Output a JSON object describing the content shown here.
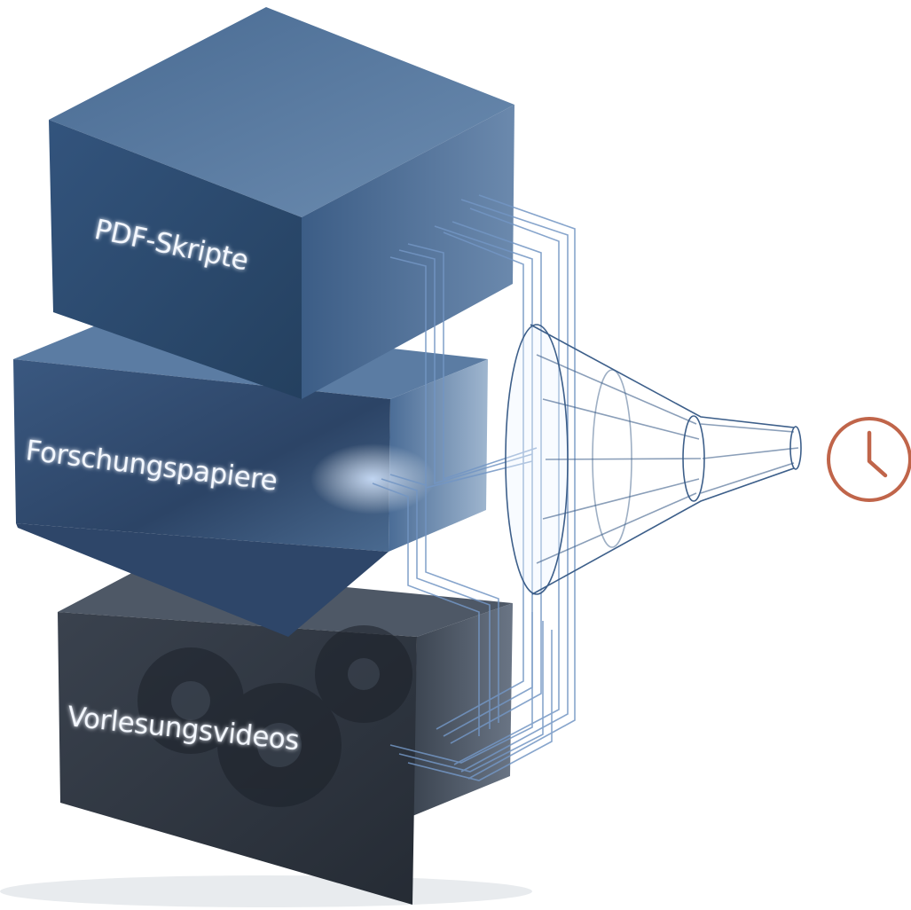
{
  "blocks": [
    {
      "label": "PDF-Skripte"
    },
    {
      "label": "Forschungspapiere"
    },
    {
      "label": "Vorlesungsvideos"
    }
  ],
  "output": {
    "icon": "clock-icon"
  },
  "colors": {
    "block_front": "#2e4a6e",
    "block_top": "#5a7aa0",
    "block_side": "#3a5a82",
    "dark_block": "#2f3540",
    "wire": "#6a8fbf",
    "funnel": "#3d5f8a",
    "clock": "#c0654a"
  }
}
